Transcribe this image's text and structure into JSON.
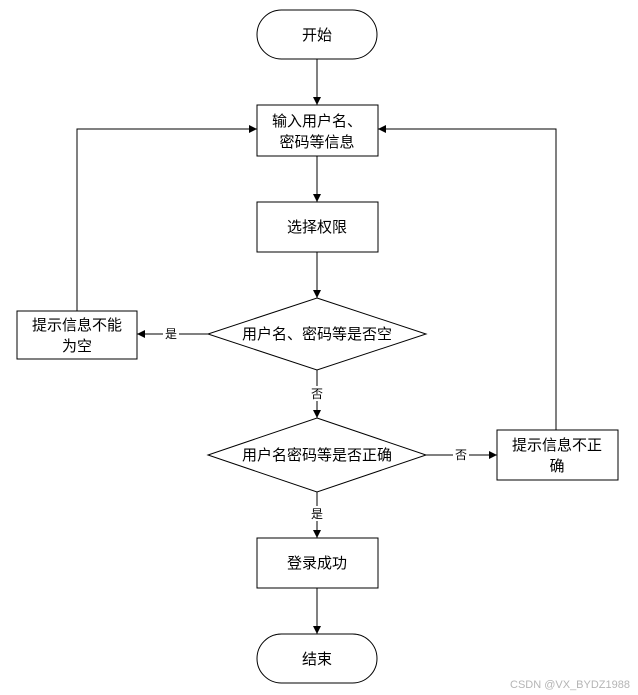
{
  "nodes": {
    "start": "开始",
    "input_line1": "输入用户名、",
    "input_line2": "密码等信息",
    "select_permission": "选择权限",
    "check_empty": "用户名、密码等是否空",
    "empty_prompt_line1": "提示信息不能",
    "empty_prompt_line2": "为空",
    "check_correct": "用户名密码等是否正确",
    "incorrect_prompt_line1": "提示信息不正",
    "incorrect_prompt_line2": "确",
    "login_success": "登录成功",
    "end": "结束"
  },
  "edges": {
    "empty_yes": "是",
    "empty_no": "否",
    "correct_no": "否",
    "correct_yes": "是"
  },
  "watermark": "CSDN @VX_BYDZ1988"
}
